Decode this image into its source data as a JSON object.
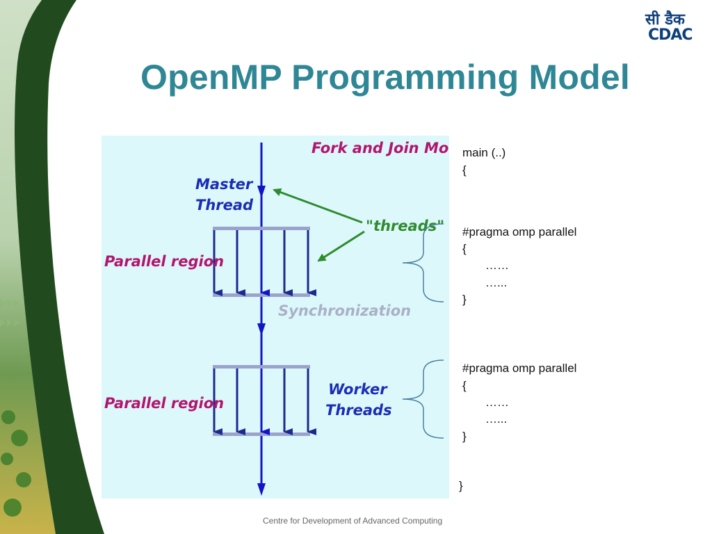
{
  "slide": {
    "title": "OpenMP Programming Model",
    "footer": "Centre for Development of Advanced Computing",
    "logo": {
      "hindi": "सी डैक",
      "latin": "CDAC"
    }
  },
  "diagram": {
    "heading": "Fork and Join Model",
    "master_thread_line1": "Master",
    "master_thread_line2": "Thread",
    "threads_label": "\"threads\"",
    "parallel_region_1": "Parallel region",
    "parallel_region_2": "Parallel region",
    "synchronization": "Synchronization",
    "worker_line1": "Worker",
    "worker_line2": "Threads"
  },
  "code": {
    "main": "main (..)",
    "open_brace": "{",
    "block1": {
      "pragma": "#pragma omp parallel",
      "open": "{",
      "dots1": "……",
      "dots2": "…...",
      "close": "}"
    },
    "block2": {
      "pragma": "#pragma omp parallel",
      "open": "{",
      "dots1": "……",
      "dots2": "…...",
      "close": "}"
    },
    "close_brace": "}"
  },
  "colors": {
    "title": "#2f8795",
    "diagram_bg": "#ddf8fb",
    "thread_arrow": "#1016c8",
    "bar": "#9aa3cc",
    "label_blue": "#1a2db5",
    "label_magenta": "#b3156e",
    "pointer_green": "#2e8b2e",
    "sync_gray": "#a9b1c6",
    "left_decor_dark": "#204a1e"
  }
}
